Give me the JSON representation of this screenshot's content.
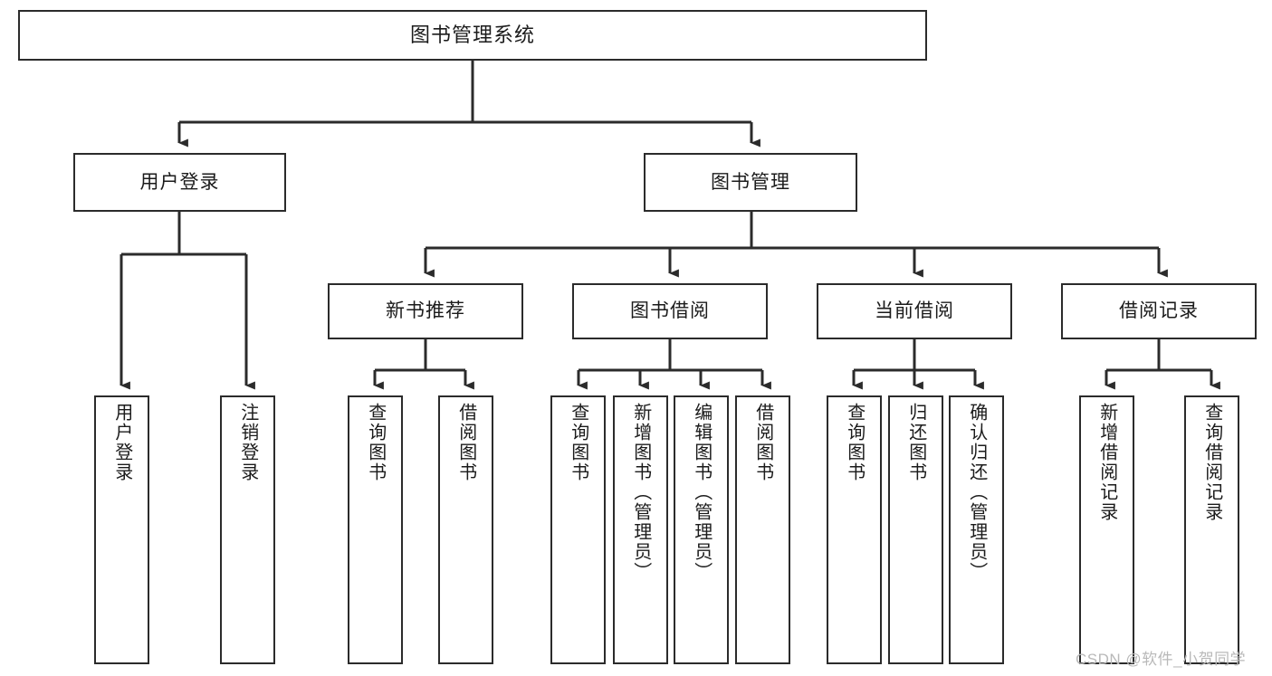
{
  "diagram": {
    "title": "图书管理系统",
    "type": "tree-hierarchy",
    "watermark": "CSDN @软件_小贺同学",
    "colors": {
      "box_border": "#2b2b2b",
      "box_fill": "#ffffff",
      "connector": "#2b2b2b",
      "text": "#1b1b1b",
      "watermark": "#b9b9b9",
      "background": "#ffffff"
    }
  },
  "nodes": {
    "root": {
      "label": "图书管理系统"
    },
    "level2": [
      {
        "label": "用户登录"
      },
      {
        "label": "图书管理"
      }
    ],
    "level3": [
      {
        "label": "新书推荐"
      },
      {
        "label": "图书借阅"
      },
      {
        "label": "当前借阅"
      },
      {
        "label": "借阅记录"
      }
    ],
    "leaves": [
      {
        "label": "用户登录",
        "parent": "用户登录"
      },
      {
        "label": "注销登录",
        "parent": "用户登录"
      },
      {
        "label": "查询图书",
        "parent": "新书推荐"
      },
      {
        "label": "借阅图书",
        "parent": "新书推荐"
      },
      {
        "label": "查询图书",
        "parent": "图书借阅"
      },
      {
        "label": "新增图书（管理员）",
        "parent": "图书借阅"
      },
      {
        "label": "编辑图书（管理员）",
        "parent": "图书借阅"
      },
      {
        "label": "借阅图书",
        "parent": "图书借阅"
      },
      {
        "label": "查询图书",
        "parent": "当前借阅"
      },
      {
        "label": "归还图书",
        "parent": "当前借阅"
      },
      {
        "label": "确认归还（管理员）",
        "parent": "当前借阅"
      },
      {
        "label": "新增借阅记录",
        "parent": "借阅记录"
      },
      {
        "label": "查询借阅记录",
        "parent": "借阅记录"
      }
    ]
  }
}
